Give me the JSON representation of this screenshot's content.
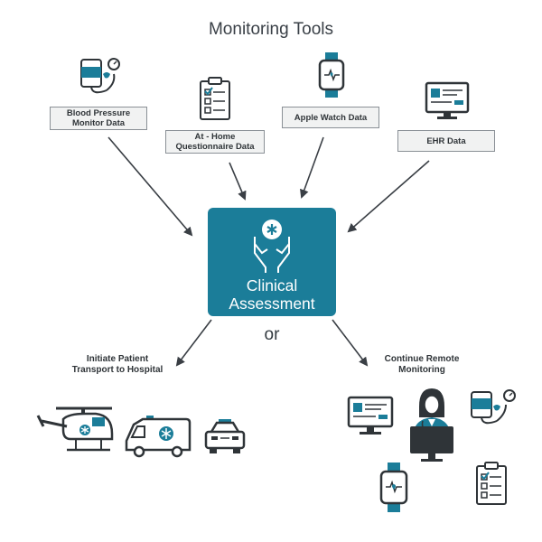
{
  "title": "Monitoring Tools",
  "sources": {
    "bp_line1": "Blood Pressure",
    "bp_line2": "Monitor Data",
    "home_line1": "At - Home",
    "home_line2": "Questionnaire Data",
    "watch": "Apple Watch Data",
    "ehr": "EHR Data"
  },
  "center": {
    "line1": "Clinical",
    "line2": "Assessment"
  },
  "connector": "or",
  "outcomes": {
    "transport_line1": "Initiate Patient",
    "transport_line2": "Transport to Hospital",
    "remote_line1": "Continue Remote",
    "remote_line2": "Monitoring"
  },
  "colors": {
    "teal": "#1b7d99",
    "dark": "#2f3438",
    "arrow": "#3a3f45",
    "box_fill": "#f1f2f2"
  },
  "icons": [
    "blood-pressure-monitor-icon",
    "clipboard-checklist-icon",
    "smartwatch-icon",
    "ehr-monitor-icon",
    "caring-hands-icon",
    "helicopter-icon",
    "ambulance-icon",
    "car-icon",
    "doctor-icon"
  ]
}
